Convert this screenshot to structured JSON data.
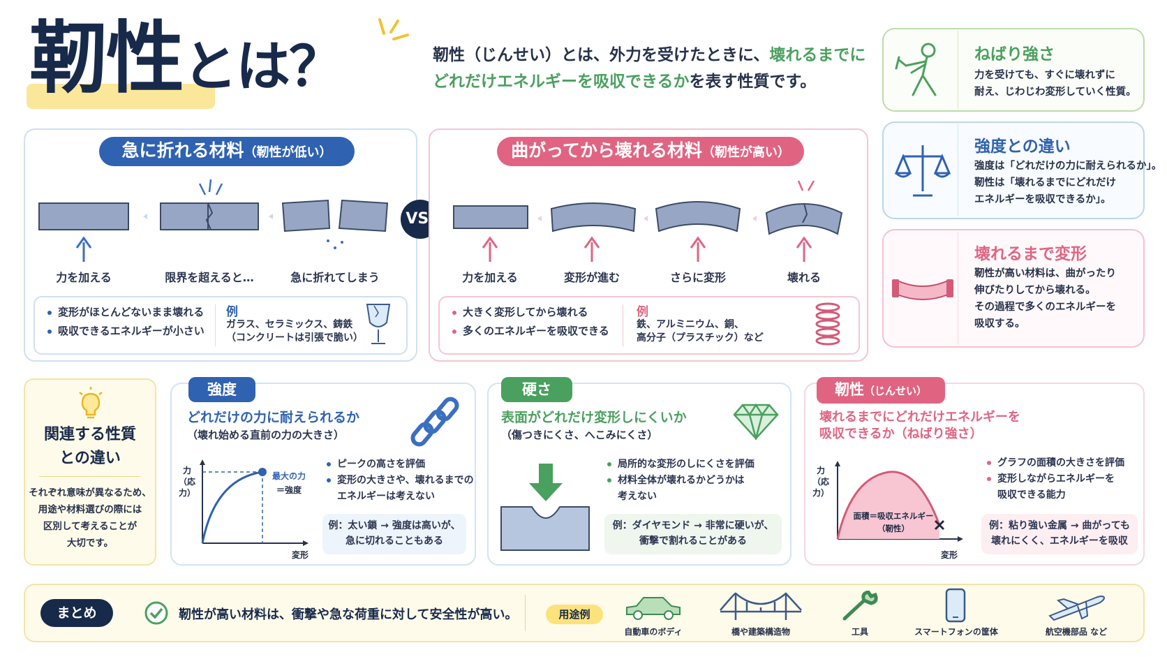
{
  "header": {
    "title_main": "靭性",
    "title_rest": "とは？",
    "intro_line1_a": "靭性（じんせい）とは、外力を受けたときに、",
    "intro_line1_b": "壊れるまでに",
    "intro_line2_a": "どれだけエネルギーを吸収できるか",
    "intro_line2_b": "を表す性質です。"
  },
  "low_toughness": {
    "header": "急に折れる材料",
    "header_sub": "（靭性が低い）",
    "steps": [
      "力を加える",
      "限界を超えると…",
      "急に折れてしまう"
    ],
    "bullets": [
      "変形がほとんどないまま壊れる",
      "吸収できるエネルギーが小さい"
    ],
    "example_label": "例",
    "example_line1": "ガラス、セラミックス、鋳鉄",
    "example_line2": "（コンクリートは引張で脆い）"
  },
  "vs_label": "VS.",
  "high_toughness": {
    "header": "曲がってから壊れる材料",
    "header_sub": "（靭性が高い）",
    "steps": [
      "力を加える",
      "変形が進む",
      "さらに変形",
      "壊れる"
    ],
    "bullets": [
      "大きく変形してから壊れる",
      "多くのエネルギーを吸収できる"
    ],
    "example_label": "例",
    "example_line1": "鉄、アルミニウム、銅、",
    "example_line2": "高分子（プラスチック）など"
  },
  "side_cards": [
    {
      "title": "ねばり強さ",
      "lines": [
        "力を受けても、すぐに壊れずに",
        "耐え、じわじわ変形していく性質。"
      ]
    },
    {
      "title": "強度との違い",
      "lines": [
        "強度は「どれだけの力に耐えられるか」。",
        "靭性は「壊れるまでにどれだけ",
        "エネルギーを吸収できるか」。"
      ]
    },
    {
      "title": "壊れるまで変形",
      "lines": [
        "靭性が高い材料は、曲がったり",
        "伸びたりしてから壊れる。",
        "その過程で多くのエネルギーを",
        "吸収する。"
      ]
    }
  ],
  "related": {
    "title_line1": "関連する性質",
    "title_line2": "との違い",
    "lines": [
      "それぞれ意味が異なるため、",
      "用途や材料選びの際には",
      "区別して考えることが",
      "大切です。"
    ]
  },
  "strength": {
    "tag": "強度",
    "question": "どれだけの力に耐えられるか",
    "sub": "（壊れ始める直前の力の大きさ）",
    "y_label_1": "力",
    "y_label_2": "（応力）",
    "x_label": "変形",
    "peak_label_1": "最大の力",
    "peak_label_2": "＝強度",
    "bullets": [
      "ピークの高さを評価",
      "変形の大きさや、壊れるまでの",
      "エネルギーは考えない"
    ],
    "example_1": "例：太い鎖 → 強度は高いが、",
    "example_2": "急に切れることもある"
  },
  "hardness": {
    "tag": "硬さ",
    "question": "表面がどれだけ変形しにくいか",
    "sub": "（傷つきにくさ、へこみにくさ）",
    "bullets": [
      "局所的な変形のしにくさを評価",
      "材料全体が壊れるかどうかは",
      "考えない"
    ],
    "example_1": "例：ダイヤモンド → 非常に硬いが、",
    "example_2": "衝撃で割れることがある"
  },
  "toughness": {
    "tag": "靭性",
    "tag_sub": "（じんせい）",
    "question_1": "壊れるまでにどれだけエネルギーを",
    "question_2": "吸収できるか（ねばり強さ）",
    "y_label_1": "力",
    "y_label_2": "（応力）",
    "x_label": "変形",
    "area_label_1": "面積＝吸収エネルギー",
    "area_label_2": "（靭性）",
    "bullets": [
      "グラフの面積の大きさを評価",
      "変形しながらエネルギーを",
      "吸収できる能力"
    ],
    "example_1": "例：粘り強い金属 → 曲がっても",
    "example_2": "壊れにくく、エネルギーを吸収"
  },
  "summary": {
    "label": "まとめ",
    "text": "靭性が高い材料は、衝撃や急な荷重に対して安全性が高い。",
    "uses_label": "用途例",
    "uses": [
      "自動車のボディ",
      "橋や建築構造物",
      "工具",
      "スマートフォンの筐体",
      "航空機部品 など"
    ]
  },
  "colors": {
    "navy": "#182a4a",
    "blue": "#2f62b0",
    "pink": "#e06482",
    "green": "#4aa05e",
    "yellow": "#fbe79a"
  }
}
